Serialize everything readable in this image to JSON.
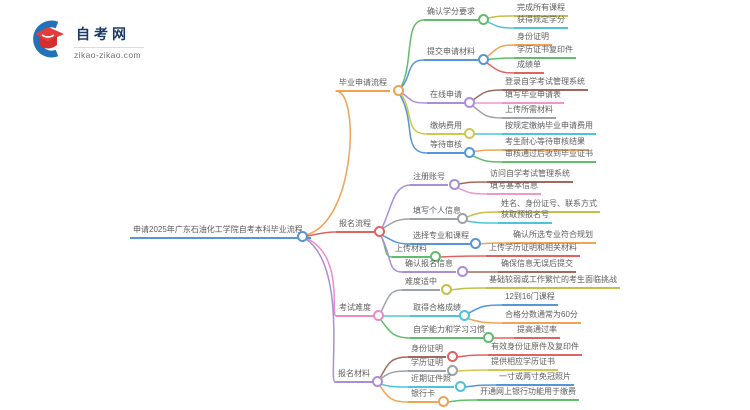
{
  "logo": {
    "title": "自考网",
    "domain": "zikao-zikao.com",
    "brand_blue": "#2272b9",
    "brand_red": "#e23c3c"
  },
  "mindmap": {
    "root": {
      "label": "申请2025年广东石油化工学院自考本科毕业流程",
      "color": "#5596d8"
    },
    "branches": [
      {
        "label": "毕业申请流程",
        "color": "#f0a353",
        "children": [
          {
            "label": "确认学分要求",
            "color": "#61bd6b",
            "children": [
              {
                "label": "完成所有课程",
                "color": "#c3bf4b"
              },
              {
                "label": "获得规定学分",
                "color": "#4ec3d9"
              }
            ]
          },
          {
            "label": "提交申请材料",
            "color": "#5596d8",
            "children": [
              {
                "label": "身份证明",
                "color": "#f0a353"
              },
              {
                "label": "学历证书复印件",
                "color": "#61bd6b"
              },
              {
                "label": "成绩单",
                "color": "#e06361"
              }
            ]
          },
          {
            "label": "在线申请",
            "color": "#a98fd8",
            "children": [
              {
                "label": "登录自学考试管理系统",
                "color": "#a2685c"
              },
              {
                "label": "填写毕业申请表",
                "color": "#ef97cd"
              },
              {
                "label": "上传所需材料",
                "color": "#9da3a7"
              }
            ]
          },
          {
            "label": "缴纳费用",
            "color": "#cfc84e",
            "children": [
              {
                "label": "按规定缴纳毕业申请费用",
                "color": "#4ec3d9"
              }
            ]
          },
          {
            "label": "等待审核",
            "color": "#5596d8",
            "children": [
              {
                "label": "考生耐心等待审核结果",
                "color": "#f0a353"
              },
              {
                "label": "审核通过后收到毕业证书",
                "color": "#61bd6b"
              }
            ]
          }
        ]
      },
      {
        "label": "报名流程",
        "color": "#e06361",
        "children": [
          {
            "label": "注册账号",
            "color": "#a98fd8",
            "children": [
              {
                "label": "访问自学考试管理系统",
                "color": "#a2685c"
              },
              {
                "label": "填写基本信息",
                "color": "#ef97cd"
              }
            ]
          },
          {
            "label": "填写个人信息",
            "color": "#9da3a7",
            "children": [
              {
                "label": "姓名、身份证号、联系方式",
                "color": "#c3bf4b"
              },
              {
                "label": "获取预报名号",
                "color": "#4ec3d9"
              }
            ]
          },
          {
            "label": "选择专业和课程",
            "color": "#5596d8",
            "children": [
              {
                "label": "确认所选专业符合规划",
                "color": "#f0a353"
              }
            ]
          },
          {
            "label": "上传材料",
            "color": "#61bd6b",
            "children": [
              {
                "label": "上传学历证明和相关材料",
                "color": "#e06361"
              }
            ]
          },
          {
            "label": "确认报名信息",
            "color": "#a98fd8",
            "children": [
              {
                "label": "确保信息无误后提交",
                "color": "#a2685c"
              }
            ]
          }
        ]
      },
      {
        "label": "考试难度",
        "color": "#ea8cc7",
        "children": [
          {
            "label": "难度适中",
            "color": "#9da3a7",
            "children": [
              {
                "label": "基础较弱或工作繁忙的考生面临挑战",
                "color": "#c3bf4b"
              }
            ]
          },
          {
            "label": "取得合格成绩",
            "color": "#4ec3d9",
            "children": [
              {
                "label": "12到16门课程",
                "color": "#5596d8"
              },
              {
                "label": "合格分数通常为60分",
                "color": "#f0a353"
              }
            ]
          },
          {
            "label": "自学能力和学习习惯",
            "color": "#61bd6b",
            "children": [
              {
                "label": "提高通过率",
                "color": "#e06361"
              }
            ]
          }
        ]
      },
      {
        "label": "报名材料",
        "color": "#a98fd8",
        "children": [
          {
            "label": "身份证明",
            "color": "#a2685c",
            "children": [
              {
                "label": "有效身份证原件及复印件",
                "color": "#e06361"
              }
            ]
          },
          {
            "label": "学历证明",
            "color": "#9da3a7",
            "children": [
              {
                "label": "提供相应学历证书",
                "color": "#cfc84e"
              }
            ]
          },
          {
            "label": "近期证件照",
            "color": "#4ec3d9",
            "children": [
              {
                "label": "一寸或两寸免冠照片",
                "color": "#5596d8"
              }
            ]
          },
          {
            "label": "银行卡",
            "color": "#f0a353",
            "children": [
              {
                "label": "开通网上银行功能用于缴费",
                "color": "#61bd6b"
              }
            ]
          }
        ]
      }
    ]
  }
}
